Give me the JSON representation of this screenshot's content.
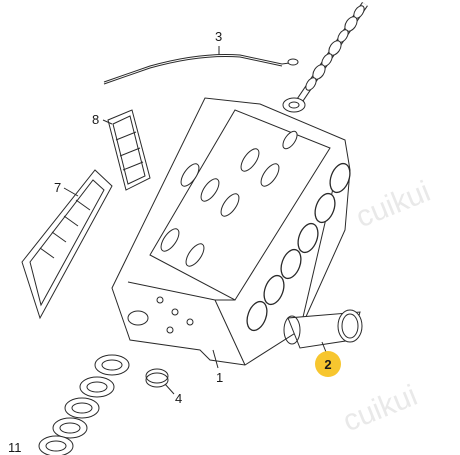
{
  "watermark": {
    "text": "cuikui"
  },
  "callouts": {
    "c1": "1",
    "c2": "2",
    "c3": "3",
    "c4": "4",
    "c7": "7",
    "c8": "8",
    "c11": "11"
  },
  "colors": {
    "line": "#2a2a2a",
    "highlight": "#f7c62f"
  }
}
